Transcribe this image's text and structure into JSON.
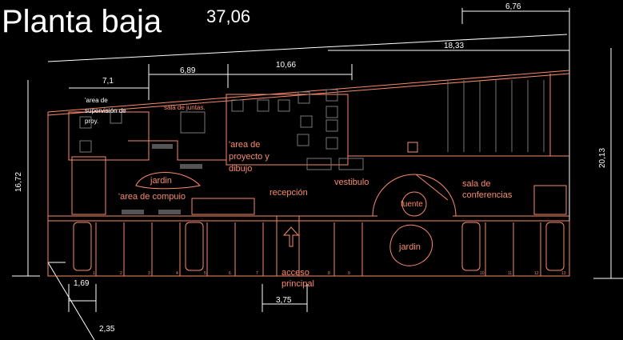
{
  "title": "Planta baja",
  "dimensions": {
    "total_top": "37,06",
    "top_right": "6,76",
    "right_upper": "18,33",
    "seg_1": "7,1",
    "seg_2": "6,89",
    "seg_3": "10,66",
    "left_height": "16,72",
    "right_height": "20,13",
    "bottom_left_1": "1,69",
    "bottom_left_2": "2,35",
    "bottom_access": "3,75"
  },
  "rooms": {
    "supervision": [
      "'area de",
      "supervisión de",
      "proy."
    ],
    "juntas": "sala de juntas.",
    "proyecto": [
      "'area de",
      "proyecto y",
      "dibujo"
    ],
    "jardin_1": "jardin",
    "computo": "'area de compuio",
    "recepcion": "recepción",
    "vestibulo": "vestibulo",
    "fuente": "fuente",
    "conferencias": [
      "sala de",
      "conferencias"
    ],
    "jardin_2": "jardin",
    "acceso": [
      "acceso",
      "principal"
    ]
  },
  "parking_numbers": [
    "1",
    "2",
    "3",
    "4",
    "5",
    "6",
    "7",
    "8",
    "9",
    "10",
    "11",
    "12",
    "13"
  ],
  "colors": {
    "background": "#000000",
    "walls": "#f98a6c",
    "dims": "#ffffff",
    "furniture": "#777777"
  }
}
